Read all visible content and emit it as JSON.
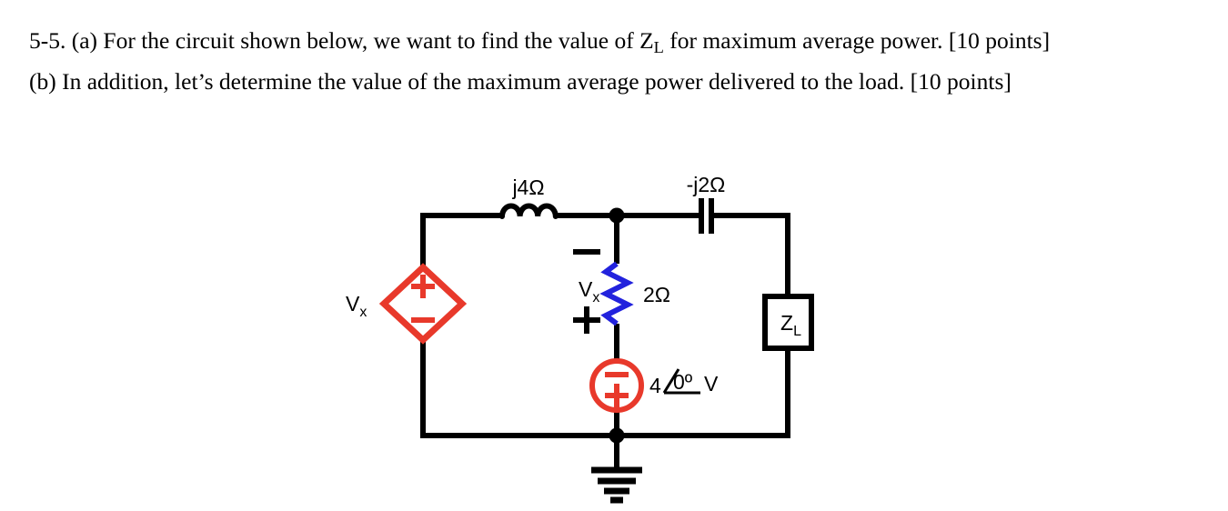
{
  "problem": {
    "line1_a": "5-5. (a) For the circuit shown below, we want to find the value of Z",
    "line1_a_sub": "L",
    "line1_b": " for maximum average power. [10 points]",
    "line2_b": "(b) In addition, let’s determine the value of the maximum average power delivered to the load. [10 points]"
  },
  "circuit": {
    "title": "AC circuit with dependent source and load impedance",
    "components": {
      "inductor": {
        "label": "j4Ω",
        "name": "inductor-j4",
        "color": "#000000"
      },
      "capacitor": {
        "label": "-j2Ω",
        "name": "capacitor-neg-j2",
        "color": "#000000"
      },
      "resistor": {
        "label": "2Ω",
        "voltage_label": "V",
        "voltage_label_sub": "x",
        "polarity_top": "−",
        "polarity_bottom": "+",
        "color": "#2222dd"
      },
      "dependent_source": {
        "label": "V",
        "label_sub": "x",
        "polarity_top": "+",
        "polarity_bottom": "−",
        "color": "#e8392b"
      },
      "voltage_source": {
        "magnitude": "4",
        "angle": "0º",
        "unit": "V",
        "polarity_top": "−",
        "polarity_bottom": "+",
        "color": "#e8392b"
      },
      "load": {
        "label": "Z",
        "label_sub": "L",
        "color": "#000000"
      },
      "ground": {
        "name": "ground-symbol",
        "color": "#000000"
      }
    },
    "colors": {
      "wire": "#000000",
      "source_red": "#e8392b",
      "resistor_blue": "#2222dd",
      "background": "#ffffff"
    }
  }
}
